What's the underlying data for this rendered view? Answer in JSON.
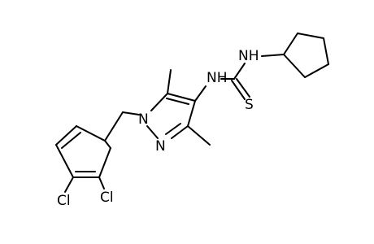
{
  "molecule": {
    "atoms": {
      "nh_right": "NH",
      "nh_left": "NH",
      "sulfur": "S",
      "n1": "N",
      "n2": "N",
      "cl_left": "Cl",
      "cl_right": "Cl"
    }
  },
  "colors": {
    "background": "#ffffff",
    "ink": "#000000"
  }
}
